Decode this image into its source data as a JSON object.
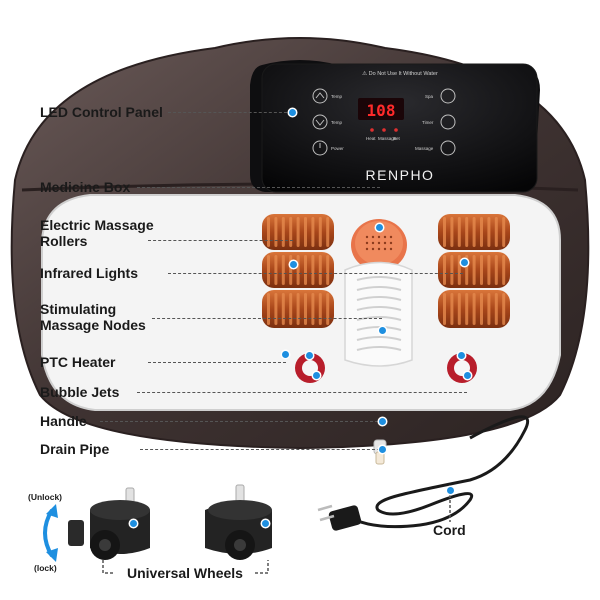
{
  "brand": "RENPHO",
  "warning_text": "⚠ Do Not Use It Without Water",
  "display_value": "108",
  "panel_buttons": {
    "temp_up": "Temp",
    "temp_down": "Temp",
    "power": "Power",
    "spa": "Spa",
    "timer": "Timer",
    "massage": "Massage"
  },
  "panel_indicators": [
    "Heat",
    "Massage",
    "Set"
  ],
  "labels": {
    "led_control_panel": "LED Control Panel",
    "medicine_box": "Medicine Box",
    "electric_massage_rollers": "Electric Massage\nRollers",
    "infrared_lights": "Infrared Lights",
    "stimulating_massage_nodes": "Stimulating\nMassage Nodes",
    "ptc_heater": "PTC Heater",
    "bubble_jets": "Bubble Jets",
    "handle": "Handle",
    "drain_pipe": "Drain Pipe",
    "cord": "Cord",
    "universal_wheels": "Universal Wheels",
    "unlock": "(Unlock)",
    "lock": "(lock)"
  },
  "colors": {
    "body": "#4a3d3c",
    "panel": "#0c0c0e",
    "roller": "#b7541c",
    "basin": "#f2f2f2",
    "accent": "#1e8fe0",
    "heater_ring": "#b81e2b"
  }
}
